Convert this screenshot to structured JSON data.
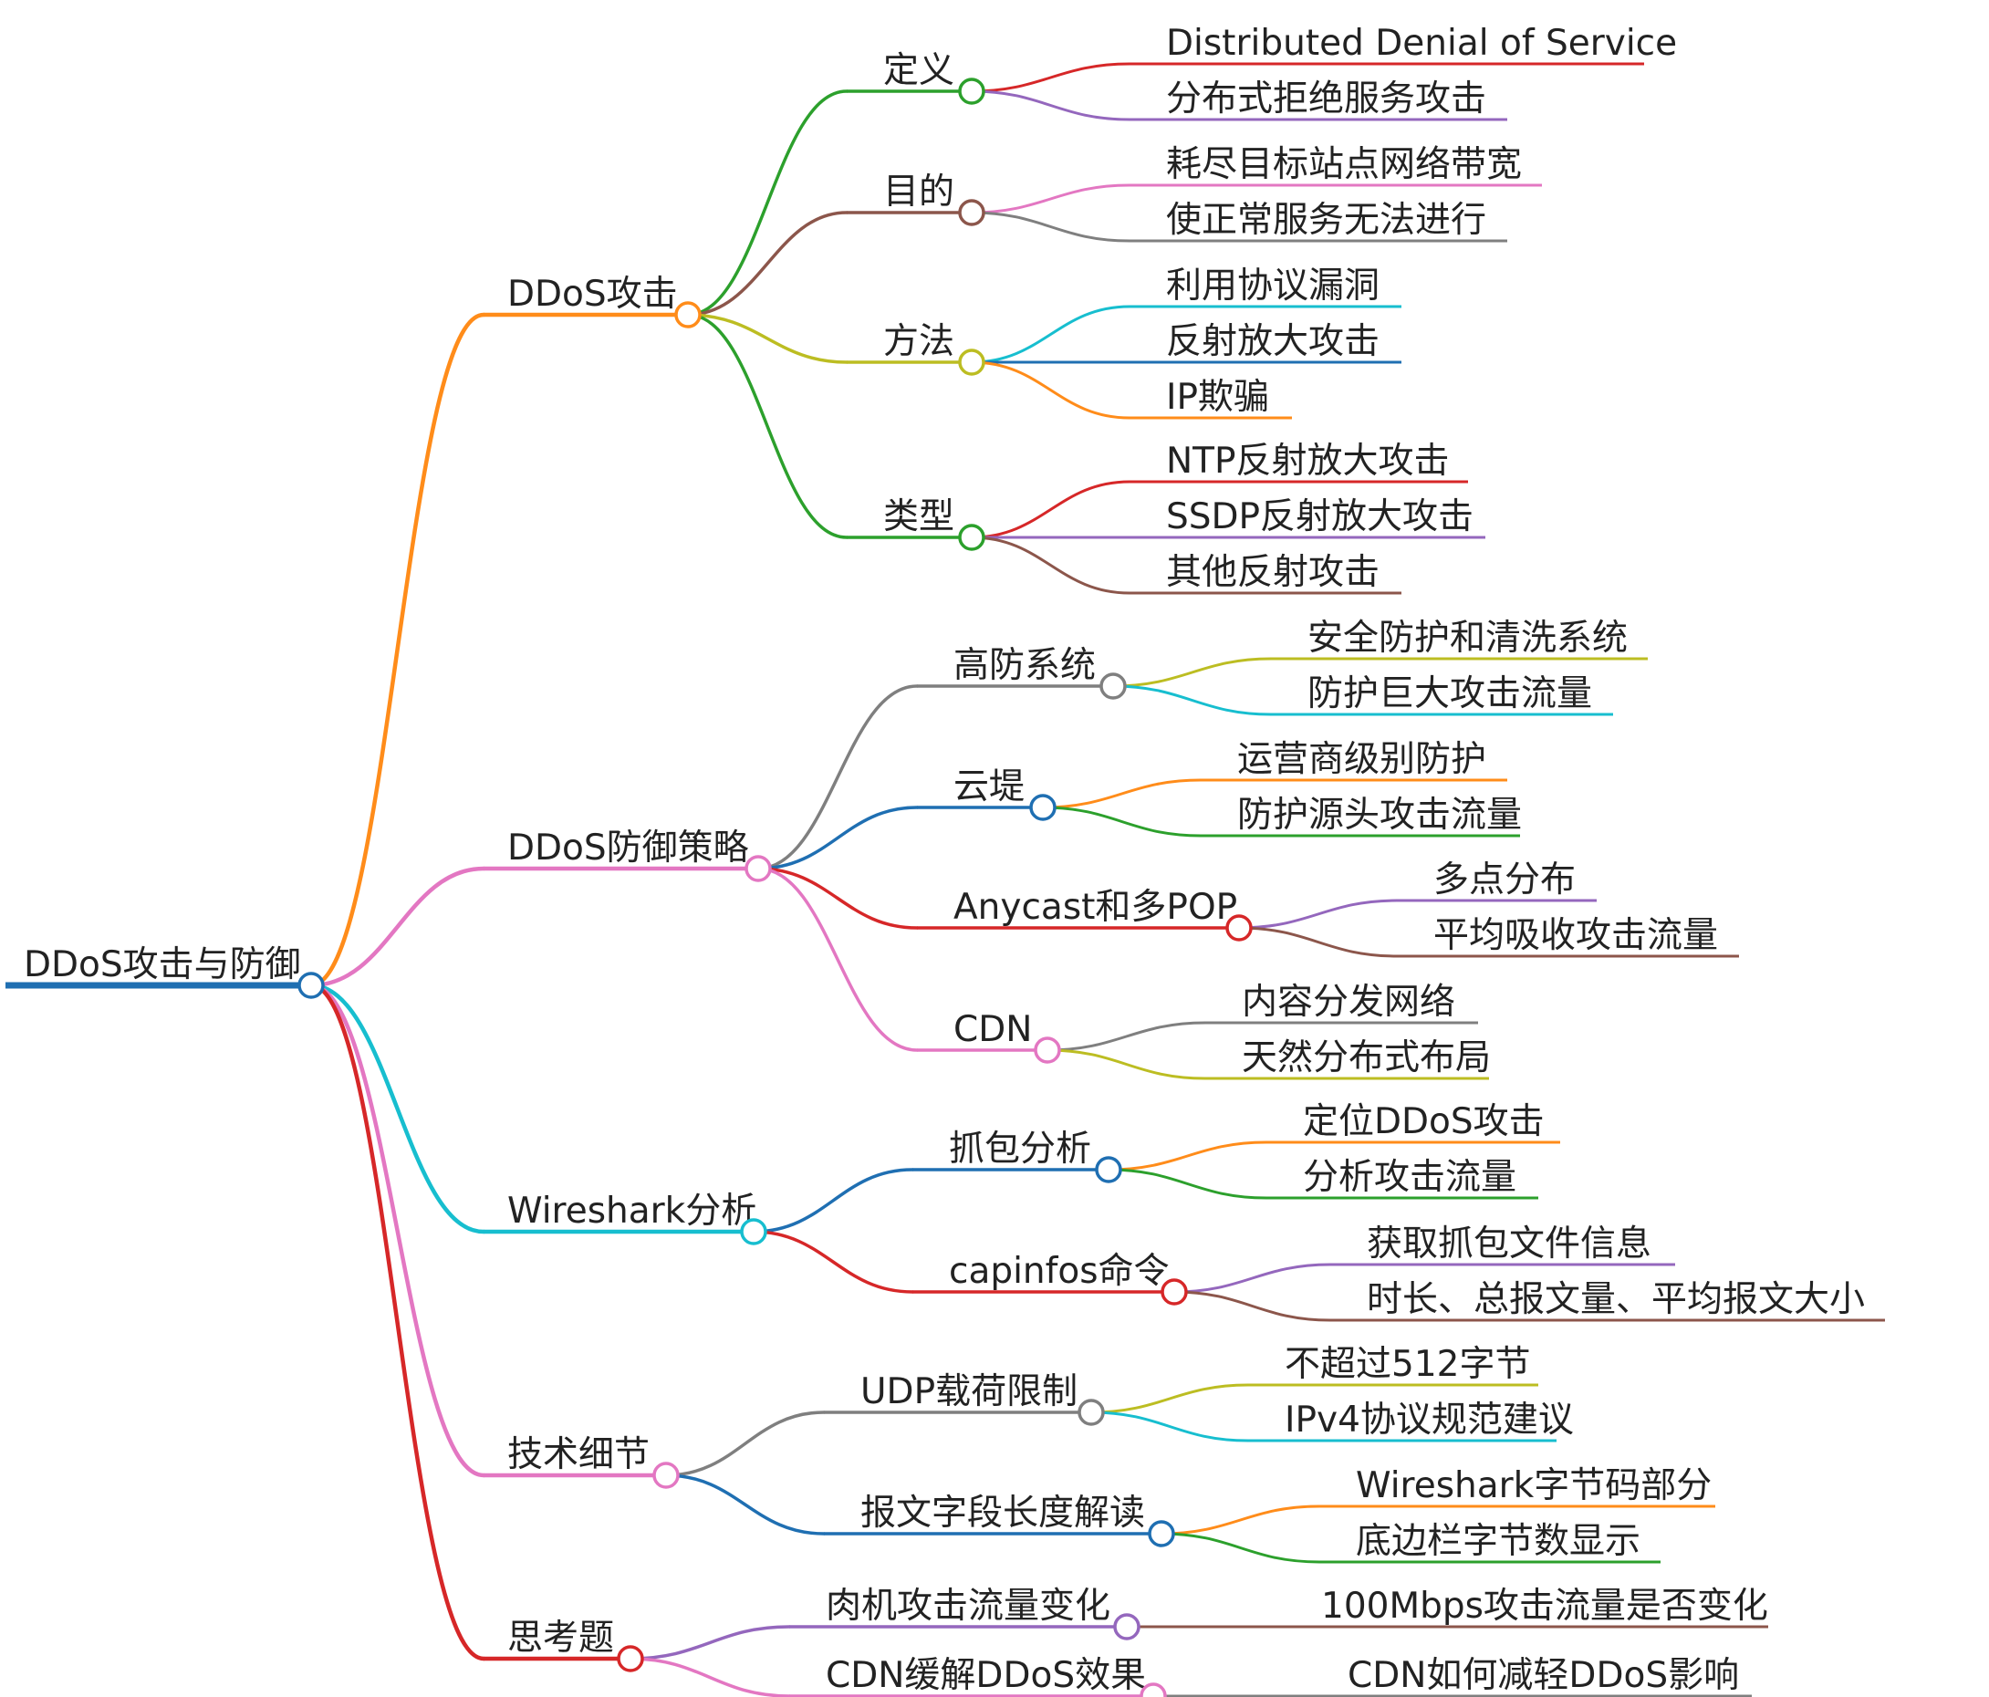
{
  "root": {
    "label": "DDoS攻击与防御",
    "color": "#1f6fb2"
  },
  "branches": [
    {
      "id": "attack",
      "label": "DDoS攻击",
      "color": "#ff8c1a",
      "children": [
        {
          "label": "定义",
          "color": "#2ca02c",
          "leaves": [
            {
              "label": "Distributed Denial of Service",
              "color": "#d62728"
            },
            {
              "label": "分布式拒绝服务攻击",
              "color": "#9467bd"
            }
          ]
        },
        {
          "label": "目的",
          "color": "#8c564b",
          "leaves": [
            {
              "label": "耗尽目标站点网络带宽",
              "color": "#e377c2"
            },
            {
              "label": "使正常服务无法进行",
              "color": "#7f7f7f"
            }
          ]
        },
        {
          "label": "方法",
          "color": "#bcbd22",
          "leaves": [
            {
              "label": "利用协议漏洞",
              "color": "#17becf"
            },
            {
              "label": "反射放大攻击",
              "color": "#1f6fb2"
            },
            {
              "label": "IP欺骗",
              "color": "#ff8c1a"
            }
          ]
        },
        {
          "label": "类型",
          "color": "#2ca02c",
          "leaves": [
            {
              "label": "NTP反射放大攻击",
              "color": "#d62728"
            },
            {
              "label": "SSDP反射放大攻击",
              "color": "#9467bd"
            },
            {
              "label": "其他反射攻击",
              "color": "#8c564b"
            }
          ]
        }
      ]
    },
    {
      "id": "defense",
      "label": "DDoS防御策略",
      "color": "#e377c2",
      "children": [
        {
          "label": "高防系统",
          "color": "#7f7f7f",
          "leaves": [
            {
              "label": "安全防护和清洗系统",
              "color": "#bcbd22"
            },
            {
              "label": "防护巨大攻击流量",
              "color": "#17becf"
            }
          ]
        },
        {
          "label": "云堤",
          "color": "#1f6fb2",
          "leaves": [
            {
              "label": "运营商级别防护",
              "color": "#ff8c1a"
            },
            {
              "label": "防护源头攻击流量",
              "color": "#2ca02c"
            }
          ]
        },
        {
          "label": "Anycast和多POP",
          "color": "#d62728",
          "leaves": [
            {
              "label": "多点分布",
              "color": "#9467bd"
            },
            {
              "label": "平均吸收攻击流量",
              "color": "#8c564b"
            }
          ]
        },
        {
          "label": "CDN",
          "color": "#e377c2",
          "leaves": [
            {
              "label": "内容分发网络",
              "color": "#7f7f7f"
            },
            {
              "label": "天然分布式布局",
              "color": "#bcbd22"
            }
          ]
        }
      ]
    },
    {
      "id": "wireshark",
      "label": "Wireshark分析",
      "color": "#17becf",
      "children": [
        {
          "label": "抓包分析",
          "color": "#1f6fb2",
          "leaves": [
            {
              "label": "定位DDoS攻击",
              "color": "#ff8c1a"
            },
            {
              "label": "分析攻击流量",
              "color": "#2ca02c"
            }
          ]
        },
        {
          "label": "capinfos命令",
          "color": "#d62728",
          "leaves": [
            {
              "label": "获取抓包文件信息",
              "color": "#9467bd"
            },
            {
              "label": "时长、总报文量、平均报文大小",
              "color": "#8c564b"
            }
          ]
        }
      ]
    },
    {
      "id": "tech",
      "label": "技术细节",
      "color": "#e377c2",
      "children": [
        {
          "label": "UDP载荷限制",
          "color": "#7f7f7f",
          "leaves": [
            {
              "label": "不超过512字节",
              "color": "#bcbd22"
            },
            {
              "label": "IPv4协议规范建议",
              "color": "#17becf"
            }
          ]
        },
        {
          "label": "报文字段长度解读",
          "color": "#1f6fb2",
          "leaves": [
            {
              "label": "Wireshark字节码部分",
              "color": "#ff8c1a"
            },
            {
              "label": "底边栏字节数显示",
              "color": "#2ca02c"
            }
          ]
        }
      ]
    },
    {
      "id": "questions",
      "label": "思考题",
      "color": "#d62728",
      "children": [
        {
          "label": "肉机攻击流量变化",
          "color": "#9467bd",
          "leaves": [
            {
              "label": "100Mbps攻击流量是否变化",
              "color": "#8c564b"
            }
          ]
        },
        {
          "label": "CDN缓解DDoS效果",
          "color": "#e377c2",
          "leaves": [
            {
              "label": "CDN如何减轻DDoS影响",
              "color": "#7f7f7f"
            }
          ]
        }
      ]
    }
  ]
}
